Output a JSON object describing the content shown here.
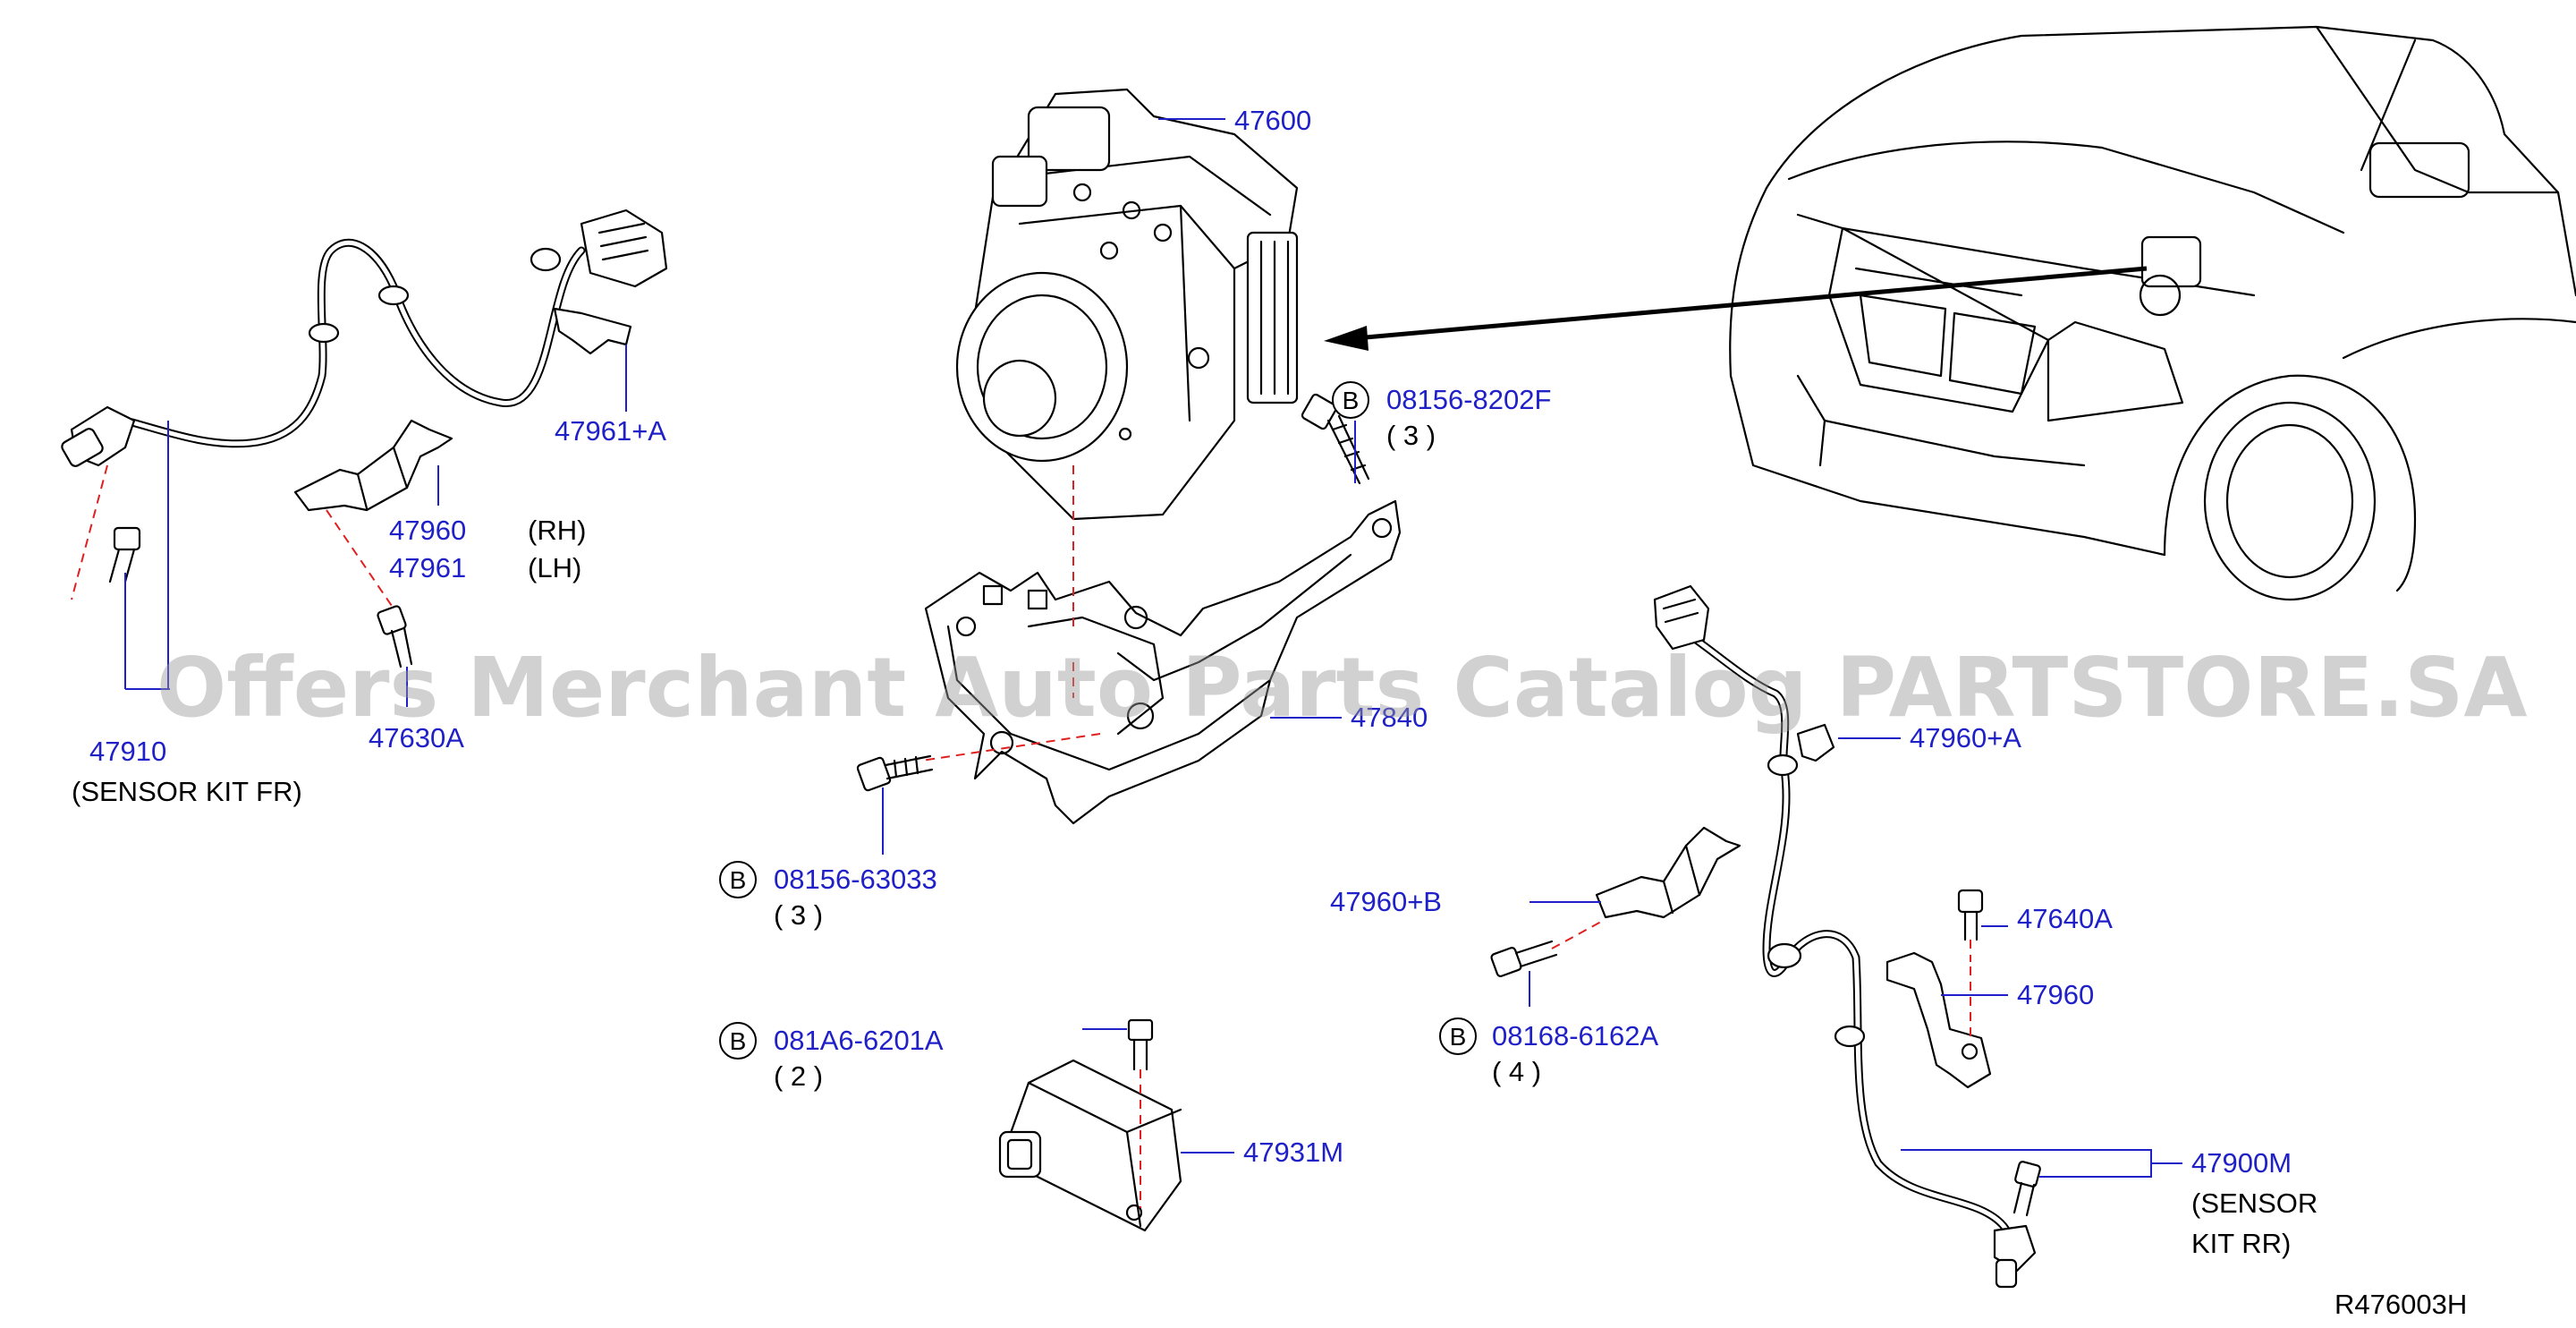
{
  "watermark": "Offers Merchant Auto Parts Catalog PARTSTORE.SA",
  "drawing_ref": "R476003H",
  "bolt_marker": "B",
  "part_labels": {
    "p47600": "47600",
    "p47840": "47840",
    "p47961a": "47961+A",
    "p47960_front": "47960",
    "p47961": "47961",
    "p47910": "47910",
    "p47630a": "47630A",
    "p47960a": "47960+A",
    "p47960b": "47960+B",
    "p47640a": "47640A",
    "p47960_rear": "47960",
    "p47900m": "47900M",
    "p47931m": "47931M"
  },
  "notes": {
    "rh": "(RH)",
    "lh": "(LH)",
    "sensor_kit_fr": "(SENSOR   KIT   FR)",
    "sensor_kit_rr_1": "(SENSOR",
    "sensor_kit_rr_2": "KIT   RR)"
  },
  "bolts": [
    {
      "part": "08156-8202F",
      "qty": "(   3   )"
    },
    {
      "part": "08156-63033",
      "qty": "(   3   )"
    },
    {
      "part": "081A6-6201A",
      "qty": "(   2   )"
    },
    {
      "part": "08168-6162A",
      "qty": "(   4   )"
    }
  ]
}
